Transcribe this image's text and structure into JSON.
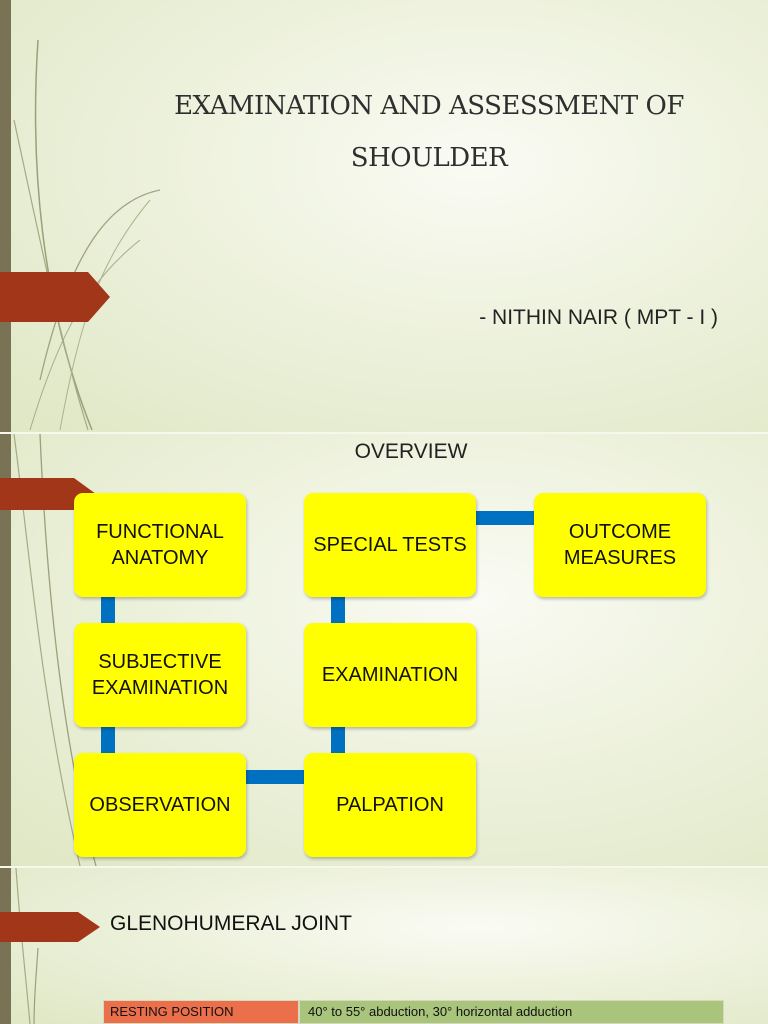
{
  "colors": {
    "accent_arrow": "#a23619",
    "box_fill": "#ffff00",
    "connector": "#0070c0",
    "table_label_fill": "#ec6f4c",
    "table_value_fill": "#a9c57b"
  },
  "slide1": {
    "title_line1": "EXAMINATION AND ASSESSMENT OF",
    "title_line2": "SHOULDER",
    "author": "- NITHIN NAIR ( MPT - I )"
  },
  "slide2": {
    "heading": "OVERVIEW",
    "boxes": {
      "functional_anatomy": "FUNCTIONAL ANATOMY",
      "subjective_examination": "SUBJECTIVE EXAMINATION",
      "observation": "OBSERVATION",
      "palpation": "PALPATION",
      "examination": "EXAMINATION",
      "special_tests": "SPECIAL TESTS",
      "outcome_measures": "OUTCOME MEASURES"
    }
  },
  "slide3": {
    "title": "GLENOHUMERAL JOINT",
    "table": {
      "label": "RESTING POSITION",
      "value": "40° to 55° abduction, 30° horizontal adduction"
    }
  }
}
